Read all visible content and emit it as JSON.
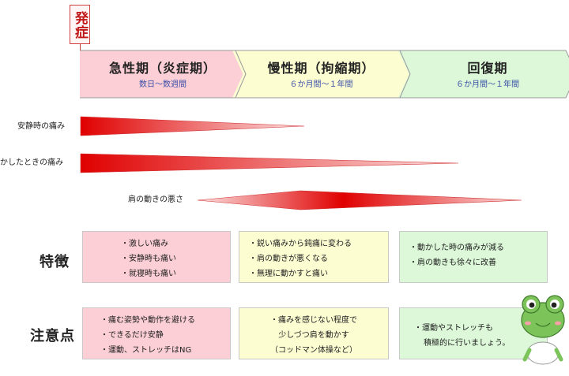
{
  "onset_label": "発症",
  "phases": [
    {
      "title": "急性期（炎症期）",
      "duration": "数日〜数週間",
      "color": "#fccfd6"
    },
    {
      "title": "慢性期（拘縮期）",
      "duration": "６か月間〜１年間",
      "color": "#fdfdd2"
    },
    {
      "title": "回復期",
      "duration": "６か月間〜１年間",
      "color": "#dcf8d8"
    }
  ],
  "pain_rows": [
    {
      "label": "安静時の痛み"
    },
    {
      "label": "かしたときの痛み"
    },
    {
      "label": "肩の動きの悪さ"
    }
  ],
  "features": {
    "title": "特徴",
    "boxes": [
      {
        "lines": [
          "・激しい痛み",
          "・安静時も痛い",
          "・就寝時も痛い"
        ]
      },
      {
        "lines": [
          "・鋭い痛みから鈍痛に変わる",
          "・肩の動きが悪くなる",
          "・無理に動かすと痛い"
        ]
      },
      {
        "lines": [
          "・動かした時の痛みが減る",
          "・肩の動きも徐々に改善"
        ]
      }
    ]
  },
  "cautions": {
    "title": "注意点",
    "boxes": [
      {
        "lines": [
          "・痛む姿勢や動作を避ける",
          "・できるだけ安静",
          "・運動、ストレッチはNG"
        ]
      },
      {
        "lines": [
          "・痛みを感じない程度で",
          "少しづつ肩を動かす",
          "（コッドマン体操など）"
        ]
      },
      {
        "lines": [
          "・運動やストレッチも",
          "積極的に行いましょう。"
        ]
      }
    ]
  },
  "colors": {
    "accent_red": "#e00000",
    "phase_text": "#3a4fa8"
  }
}
